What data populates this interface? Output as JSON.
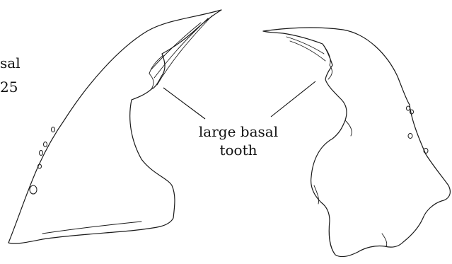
{
  "figure": {
    "edge_label_line1": "sal",
    "edge_label_line2": "25",
    "callout_line1": "large basal",
    "callout_line2": "tooth"
  },
  "colors": {
    "ink": "#1a1a1a",
    "background": "#ffffff"
  }
}
